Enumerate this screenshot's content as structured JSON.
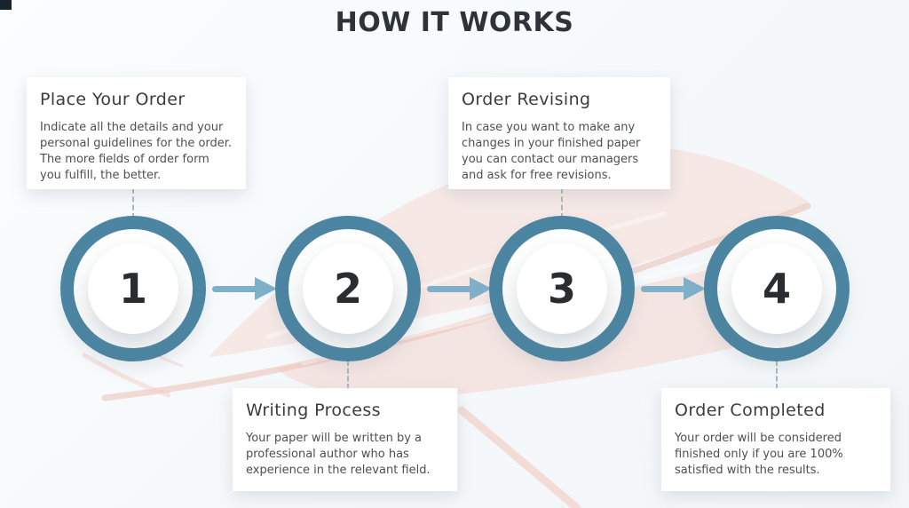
{
  "title": "HOW IT WORKS",
  "steps": [
    {
      "number": "1",
      "title": "Place Your Order",
      "description": "Indicate all the details and your personal guidelines for the order. The more fields of order form you fulfill, the better.",
      "card_position": "top"
    },
    {
      "number": "2",
      "title": "Writing Process",
      "description": "Your paper will be written by a professional author who has experience in the relevant field.",
      "card_position": "bottom"
    },
    {
      "number": "3",
      "title": "Order Revising",
      "description": "In case you want to make any changes in your finished paper you can contact our managers and ask for free revisions.",
      "card_position": "top"
    },
    {
      "number": "4",
      "title": "Order Completed",
      "description": "Your order will be considered finished only if you are 100% satisfied with the results.",
      "card_position": "bottom"
    }
  ],
  "icons": [
    {
      "name": "feather-quill-watermark",
      "meaning": "decorative quill feather background"
    },
    {
      "name": "flow-arrow",
      "meaning": "process direction arrow between steps"
    }
  ],
  "colors": {
    "ring": "#4c85a1",
    "arrow": "#7fb0ca",
    "connector": "#a5b8c2",
    "card": "#ffffff",
    "heading": "#383d42",
    "body_text": "#4b5055",
    "title": "#2e3338",
    "feather": "#f5d8d0",
    "background": "#f6f9fa"
  }
}
